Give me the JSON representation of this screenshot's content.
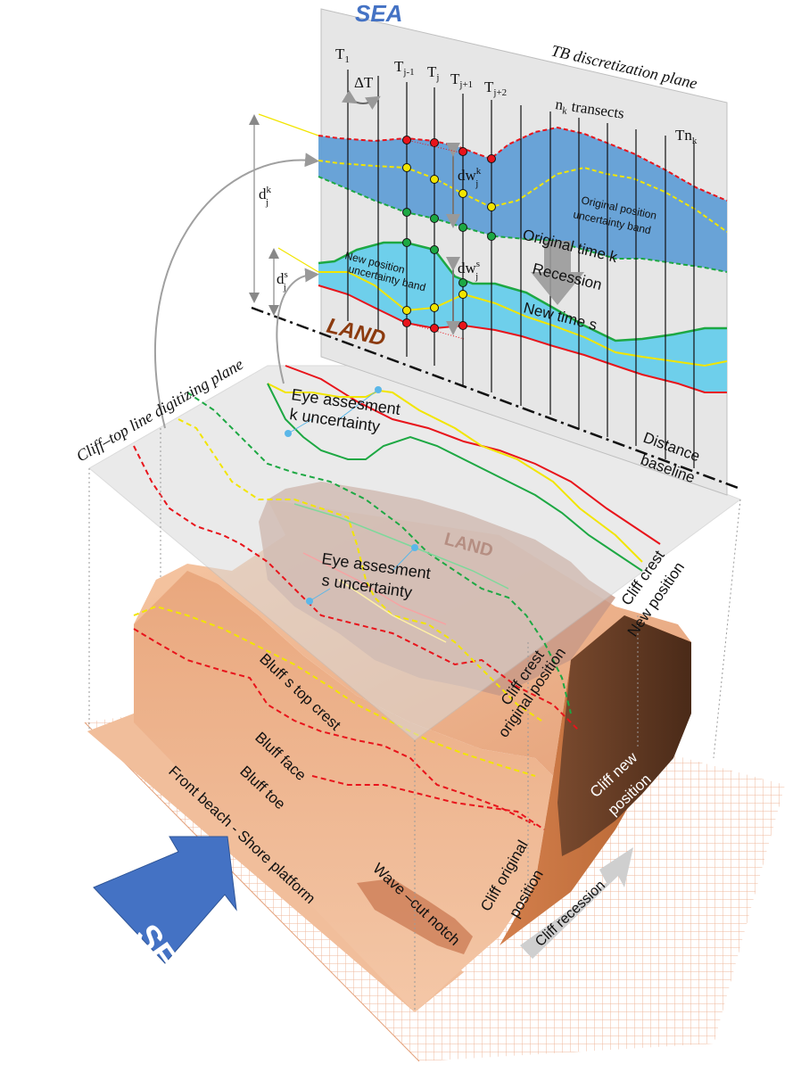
{
  "labels": {
    "sea_top": "SEA",
    "land_top": "LAND",
    "land_block": "LAND",
    "sea_arrow": "SEA",
    "tb_plane": "TB discretization plane",
    "digitizing_plane": "Cliff–top line digitizing plane",
    "transect_t1": "T",
    "transect_t1_sub": "1",
    "delta_t": "ΔT",
    "t_jm1": "T",
    "t_jm1_sub": "j-1",
    "t_j": "T",
    "t_j_sub": "j",
    "t_jp1": "T",
    "t_jp1_sub": "j+1",
    "t_jp2": "T",
    "t_jp2_sub": "j+2",
    "nk_n": "n",
    "nk_sub": "k",
    "nk_rest": " transects",
    "tnk": "Tn",
    "tnk_sub": "k",
    "dkj_d": "d",
    "dkj_sup": "k",
    "dkj_sub": "j",
    "dsj_d": "d",
    "dsj_sup": "s",
    "dsj_sub": "j",
    "dwkj_d": "dw",
    "dwkj_sup": "k",
    "dwkj_sub": "j",
    "dwsj_d": "dw",
    "dwsj_sup": "s",
    "dwsj_sub": "j",
    "orig_band_1": "Original position",
    "orig_band_2": "uncertainty band",
    "new_band_1": "New position",
    "new_band_2": "uncertainty band",
    "orig_time": "Original time k",
    "recession": "Recession",
    "new_time": "New time s",
    "distance": "Distance",
    "baseline": "baseline",
    "eye_k_1": "Eye assesment",
    "eye_k_2": "k uncertainty",
    "eye_s_1": "Eye assesment",
    "eye_s_2": "s uncertainty",
    "cliff_crest_new_1": "Cliff crest",
    "cliff_crest_new_2": "New position",
    "cliff_crest_orig_1": "Cliff crest",
    "cliff_crest_orig_2": "original position",
    "bluff_crest": "Bluff s top crest",
    "bluff_face": "Bluff face",
    "bluff_toe": "Bluff toe",
    "front_beach": "Front beach - Shore platform",
    "wave_notch": "Wave –cut notch",
    "cliff_orig_1": "Cliff original",
    "cliff_orig_2": "position",
    "cliff_new_1": "Cliff new",
    "cliff_new_2": "position",
    "cliff_recession": "Cliff recession"
  },
  "colors": {
    "sea_blue": "#4472C4",
    "land_brown": "#8B3A0E",
    "original_band": "#5B9BD5",
    "new_band": "#67CDEB",
    "red_line": "#E8141B",
    "yellow_line": "#F2E500",
    "green_line": "#1DA843",
    "plane_grey": "#D9D9D9",
    "cliff_light": "#F3B58C",
    "cliff_mid": "#D5875A",
    "cliff_dark": "#5A3420"
  }
}
